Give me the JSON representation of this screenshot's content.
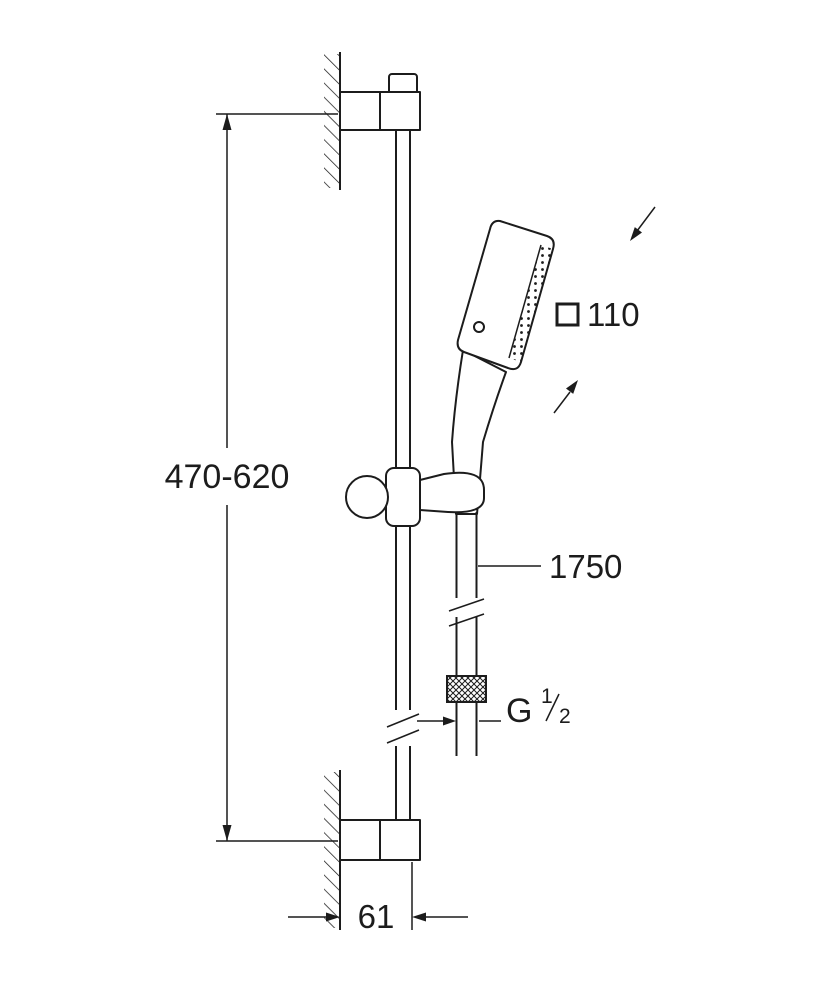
{
  "drawing": {
    "background_color": "#ffffff",
    "line_color": "#1c1c1c",
    "dimensions": {
      "rail_height_range": "470-620",
      "head_width": "110",
      "hose_length": "1750",
      "wall_distance": "61"
    },
    "thread": {
      "letter": "G",
      "numerator": "1",
      "denominator": "2"
    }
  }
}
